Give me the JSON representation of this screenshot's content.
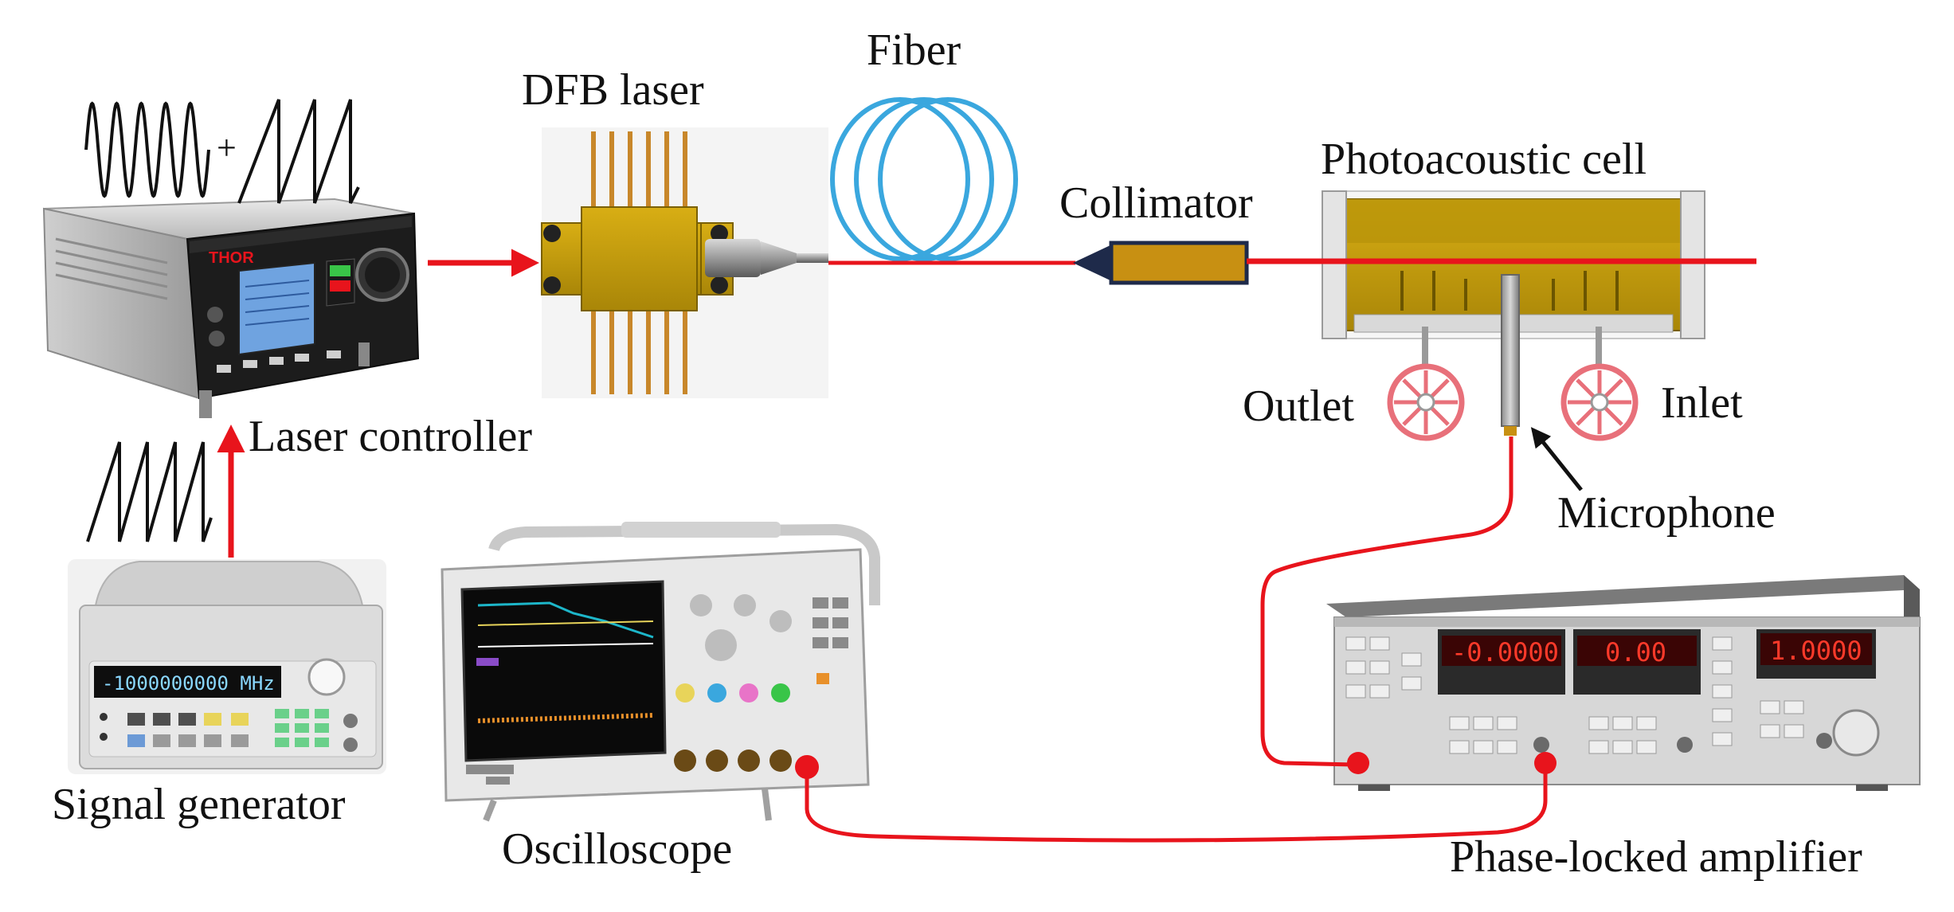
{
  "labels": {
    "dfb_laser": "DFB laser",
    "fiber": "Fiber",
    "photoacoustic_cell": "Photoacoustic cell",
    "collimator": "Collimator",
    "outlet": "Outlet",
    "inlet": "Inlet",
    "microphone": "Microphone",
    "laser_controller": "Laser controller",
    "signal_generator": "Signal generator",
    "oscilloscope": "Oscilloscope",
    "phase_locked_amplifier": "Phase-locked amplifier"
  },
  "symbols": {
    "plus": "+"
  },
  "device_text": {
    "controller_brand": "THOR",
    "signal_generator_display": "-1000000000 MHz",
    "amplifier_display_1": "-0.0000",
    "amplifier_display_2": "0.00",
    "amplifier_display_3": "1.0000"
  },
  "colors": {
    "beam": "#e8141c",
    "fiber_coil": "#3aa7de",
    "collimator": "#c89012",
    "cell_body": "#c9a10a",
    "valve": "#e8707a",
    "cable": "#e8141c",
    "pin": "#c8872a"
  }
}
